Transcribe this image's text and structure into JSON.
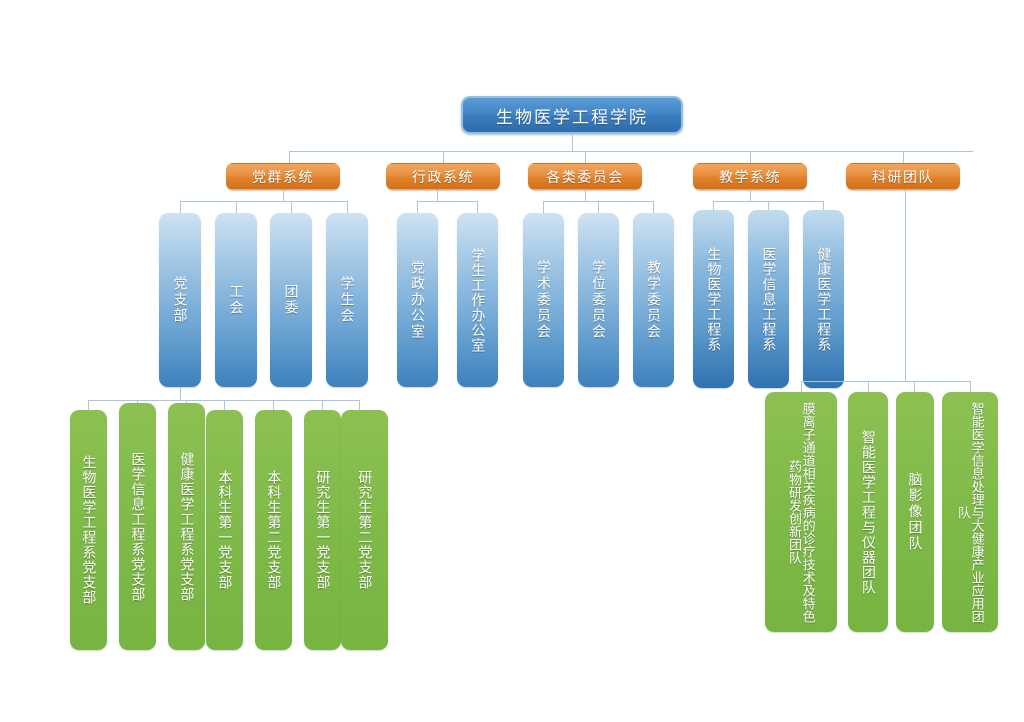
{
  "title": "生物医学工程学院组织架构图",
  "colors": {
    "root_blue": "#3a7cbe",
    "level2_orange": "#e0822c",
    "node_blue": "#6ea6d4",
    "node_blue_deep": "#5e9bcd",
    "node_green": "#7fba49",
    "connector": "#a8c6de",
    "background": "#ffffff"
  },
  "root": {
    "label": "生物医学工程学院"
  },
  "level2": [
    {
      "id": "dangqun",
      "label": "党群系统"
    },
    {
      "id": "xingzheng",
      "label": "行政系统"
    },
    {
      "id": "weiyuanhui",
      "label": "各类委员会"
    },
    {
      "id": "jiaoxue",
      "label": "教学系统"
    },
    {
      "id": "keyan",
      "label": "科研团队"
    }
  ],
  "dangqun_children": [
    {
      "label": "党支部"
    },
    {
      "label": "工会"
    },
    {
      "label": "团委"
    },
    {
      "label": "学生会"
    }
  ],
  "xingzheng_children": [
    {
      "label": "党政办公室"
    },
    {
      "label": "学生工作办公室"
    }
  ],
  "weiyuanhui_children": [
    {
      "label": "学术委员会"
    },
    {
      "label": "学位委员会"
    },
    {
      "label": "教学委员会"
    }
  ],
  "jiaoxue_children": [
    {
      "label": "生物医学工程系"
    },
    {
      "label": "医学信息工程系"
    },
    {
      "label": "健康医学工程系"
    }
  ],
  "dangzhibu_children": [
    {
      "label": "生物医学工程系党支部"
    },
    {
      "label": "医学信息工程系党支部"
    },
    {
      "label": "健康医学工程系党支部"
    },
    {
      "label": "本科生第一党支部"
    },
    {
      "label": "本科生第二党支部"
    },
    {
      "label": "研究生第一党支部"
    },
    {
      "label": "研究生第二党支部"
    }
  ],
  "keyan_children": [
    {
      "label": "膜离子通道相关疾病的诊疗技术及特色药物研发创新团队"
    },
    {
      "label": "智能医学工程与仪器团队"
    },
    {
      "label": "脑影像团队"
    },
    {
      "label": "智能医学信息处理与大健康产业应用团队"
    }
  ]
}
